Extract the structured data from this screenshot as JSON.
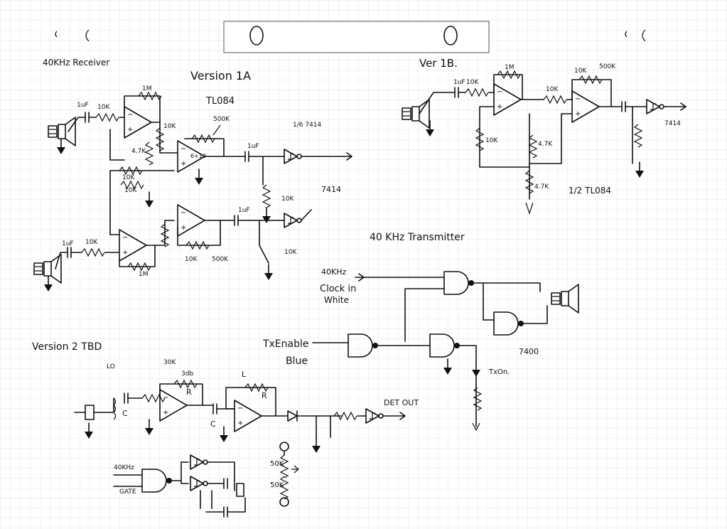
{
  "sheet": {
    "header_left": "40KHz Receiver",
    "version_1a": "Version 1A",
    "tl084": "TL084",
    "ver_1b": "Ver 1B.",
    "half_tl084": "1/2 TL084",
    "transmitter_title": "40 KHz Transmitter",
    "version_2": "Version 2 TBD",
    "det_out": "DET OUT",
    "clock_in": "40KHz",
    "clock_label": "Clock in",
    "white": "White",
    "tx_enable": "TxEnable",
    "blue": "Blue",
    "tx_on": "TxOn.",
    "ic_7400": "7400",
    "ic_7414": "7414",
    "sixth_7414": "1/6 7414",
    "gate_40khz": "40KHz",
    "gate_label": "GATE"
  },
  "values": {
    "r_1m": "1M",
    "r_10k": "10K",
    "r_4k7": "4.7K",
    "r_500k": "500K",
    "c_1uf": "1uF",
    "r_50k": "50K",
    "r_30k": "30K",
    "l_label": "L",
    "c_label": "C",
    "r_label": "R",
    "lo_label": "LO",
    "db_label": "3db"
  },
  "colors": {
    "ink": "#111111",
    "grid": "#d9dde3",
    "paper": "#ffffff"
  },
  "icons": [
    "op-amp-symbol",
    "schmitt-trigger-symbol",
    "nand-gate-symbol",
    "transducer-symbol",
    "ground-symbol",
    "potentiometer-symbol",
    "led-symbol"
  ]
}
